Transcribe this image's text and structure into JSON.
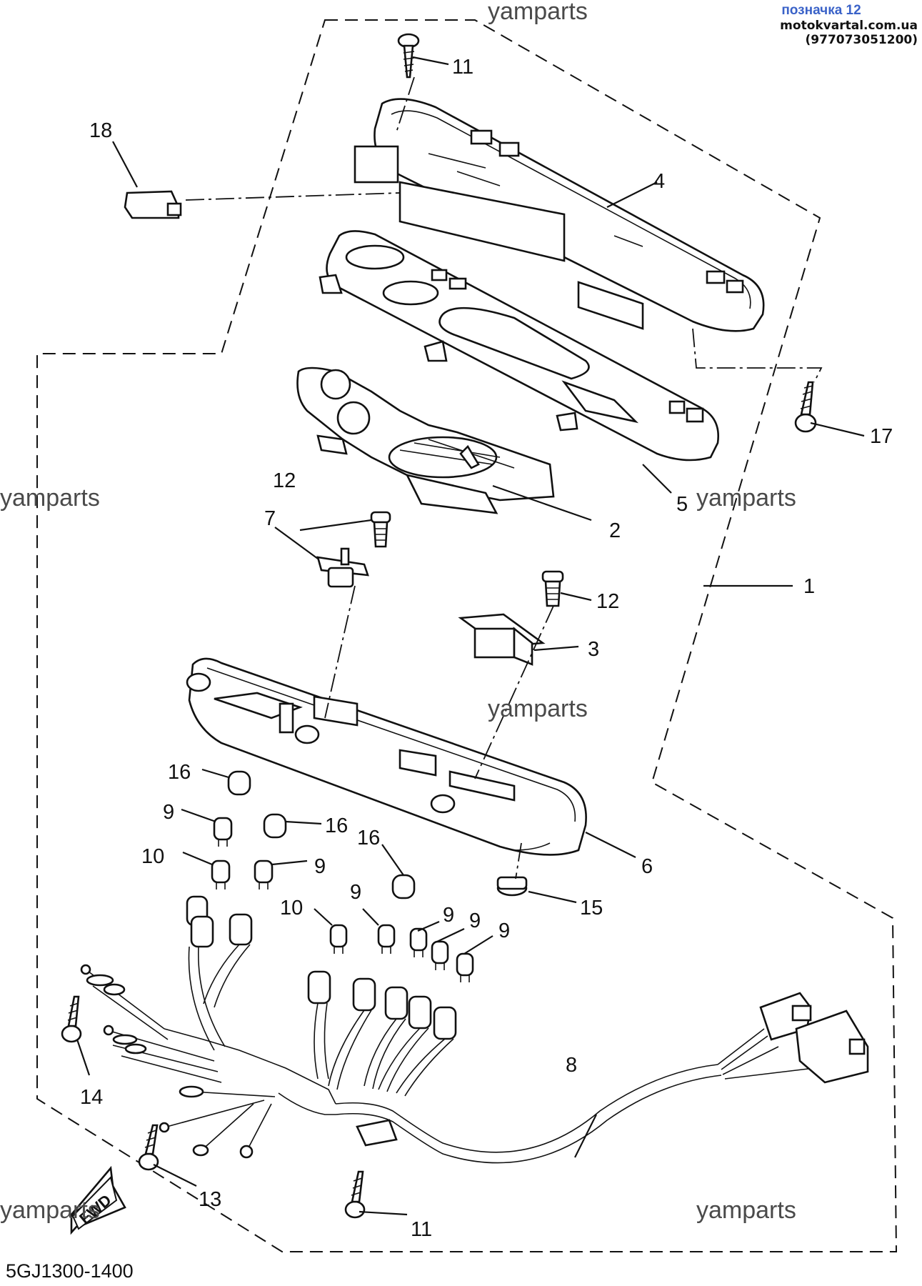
{
  "header": {
    "label": "позначка 12",
    "source": "motokvartal.com.ua (977073051200)"
  },
  "watermark": "yamparts",
  "catalog_code": "5GJ1300-1400",
  "fwd_label": "FWD",
  "callouts": {
    "c1": "1",
    "c2": "2",
    "c3": "3",
    "c4": "4",
    "c5": "5",
    "c6": "6",
    "c7": "7",
    "c8": "8",
    "c9a": "9",
    "c9b": "9",
    "c9c": "9",
    "c9d": "9",
    "c9e": "9",
    "c9f": "9",
    "c10a": "10",
    "c10b": "10",
    "c11a": "11",
    "c11b": "11",
    "c12a": "12",
    "c12b": "12",
    "c13": "13",
    "c14": "14",
    "c15": "15",
    "c16a": "16",
    "c16b": "16",
    "c16c": "16",
    "c17": "17",
    "c18": "18"
  }
}
